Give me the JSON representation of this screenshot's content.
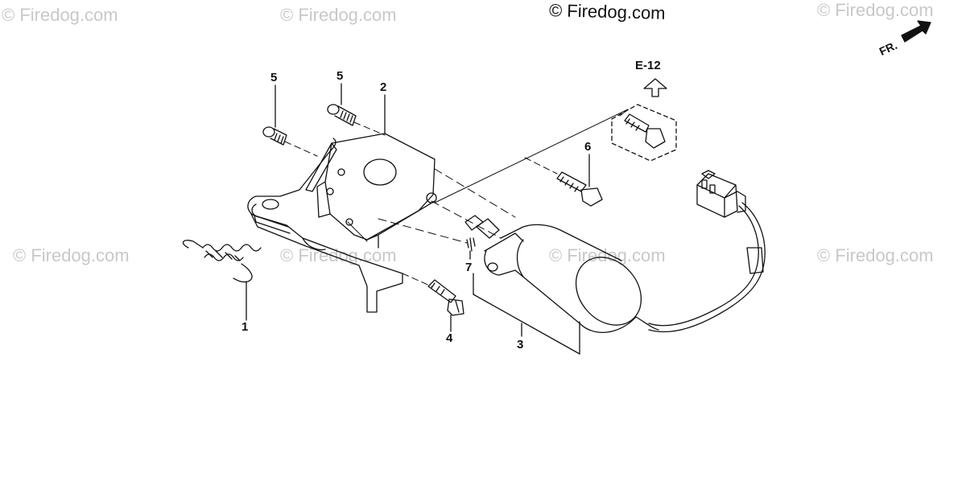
{
  "copyright": "© Firedog.com",
  "watermarks": [
    "© Firedog.com",
    "© Firedog.com",
    "© Firedog.com",
    "© Firedog.com",
    "© Firedog.com",
    "© Firedog.com",
    "© Firedog.com"
  ],
  "reference": "E-12",
  "front_indicator": "FR.",
  "callouts": {
    "part1": "1",
    "part2": "2",
    "part3": "3",
    "part4": "4",
    "part5a": "5",
    "part5b": "5",
    "part6": "6",
    "part7": "7"
  },
  "colors": {
    "line": "#111111",
    "watermark": "#c8c8c8"
  }
}
